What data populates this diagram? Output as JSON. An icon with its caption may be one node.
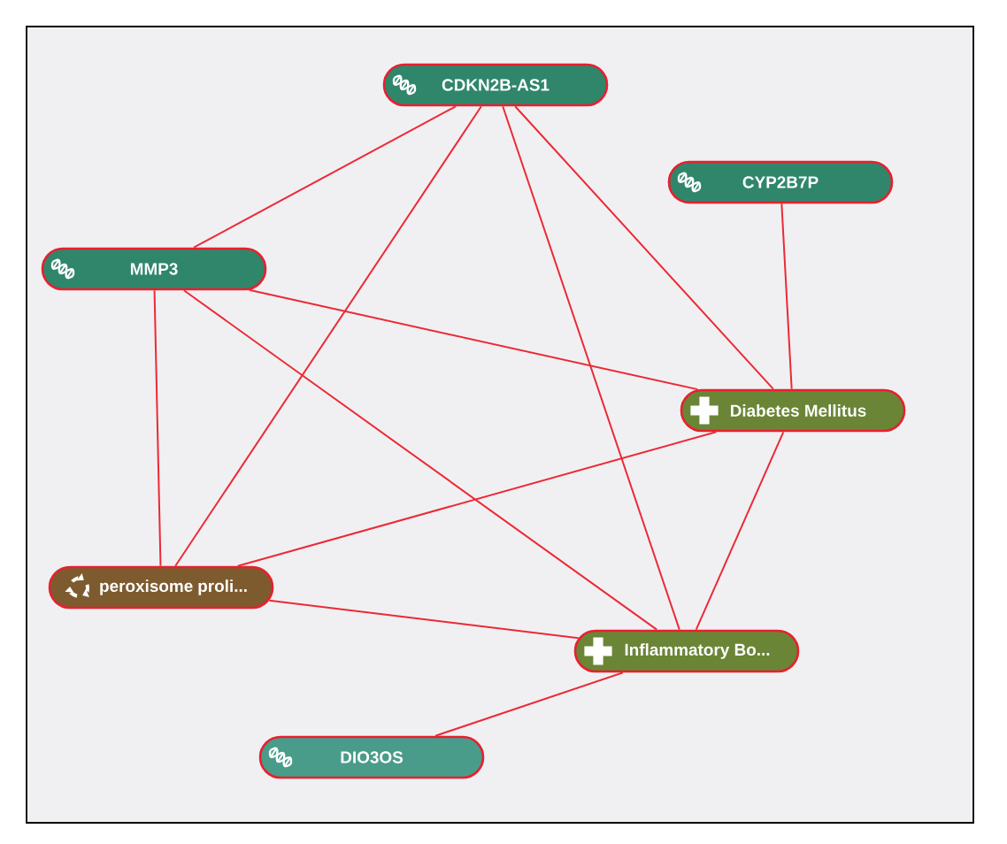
{
  "diagram": {
    "nodes": [
      {
        "text": [
          "CDKN2B-AS1"
        ]
      },
      {
        "text": [
          "CYP2B7P"
        ]
      },
      {
        "text": [
          "MMP3"
        ]
      },
      {
        "text": [
          "Diabetes Mellitus"
        ]
      },
      {
        "text": [
          "peroxisome proli..."
        ]
      },
      {
        "text": [
          "Inflammatory Bo..."
        ]
      },
      {
        "text": [
          "DIO3OS"
        ]
      }
    ],
    "edges": [
      {
        "from": 0,
        "to": 2,
        "arrow": "none"
      },
      {
        "from": 0,
        "to": 4,
        "arrow": "none"
      },
      {
        "from": 0,
        "to": 5,
        "arrow": "none"
      },
      {
        "from": 0,
        "to": 3,
        "arrow": "none"
      },
      {
        "from": 1,
        "to": 3,
        "arrow": "none"
      },
      {
        "from": 2,
        "to": 4,
        "arrow": "none"
      },
      {
        "from": 2,
        "to": 5,
        "arrow": "none"
      },
      {
        "from": 2,
        "to": 3,
        "arrow": "none"
      },
      {
        "from": 3,
        "to": 4,
        "arrow": "none"
      },
      {
        "from": 3,
        "to": 5,
        "arrow": "none"
      },
      {
        "from": 4,
        "to": 5,
        "arrow": "none"
      },
      {
        "from": 5,
        "to": 6,
        "arrow": "none"
      }
    ]
  }
}
